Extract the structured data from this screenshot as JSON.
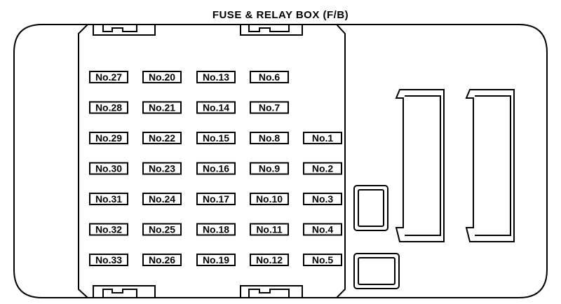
{
  "title": "FUSE & RELAY BOX (F/B)",
  "fuse_columns": [
    [
      "No.27",
      "No.28",
      "No.29",
      "No.30",
      "No.31",
      "No.32",
      "No.33"
    ],
    [
      "No.20",
      "No.21",
      "No.22",
      "No.23",
      "No.24",
      "No.25",
      "No.26"
    ],
    [
      "No.13",
      "No.14",
      "No.15",
      "No.16",
      "No.17",
      "No.18",
      "No.19"
    ],
    [
      "No.6",
      "No.7",
      "No.8",
      "No.9",
      "No.10",
      "No.11",
      "No.12"
    ],
    [
      "No.1",
      "No.2",
      "No.3",
      "No.4",
      "No.5"
    ]
  ]
}
